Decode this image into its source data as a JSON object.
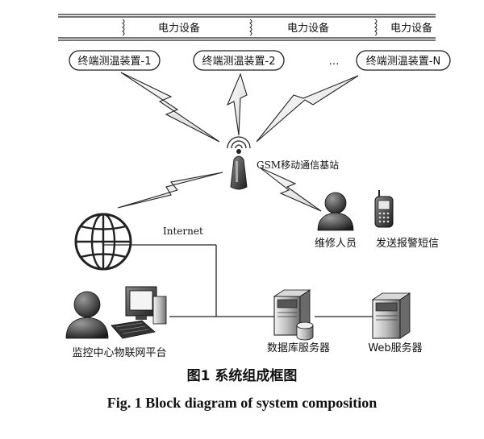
{
  "equipment_label": "电力设备",
  "terminals": [
    "终端测温装置-1",
    "终端测温装置-2",
    "终端测温装置-N"
  ],
  "ellipsis": "…",
  "base_station_label": "GSM移动通信基站",
  "internet_label": "Internet",
  "maintenance_label": "维修人员",
  "sms_label": "发送报警短信",
  "monitor_label": "监控中心物联网平台",
  "db_server_label": "数据库服务器",
  "web_server_label": "Web服务器",
  "caption_cn": "图1  系统组成框图",
  "caption_en": "Fig. 1  Block diagram of system composition"
}
